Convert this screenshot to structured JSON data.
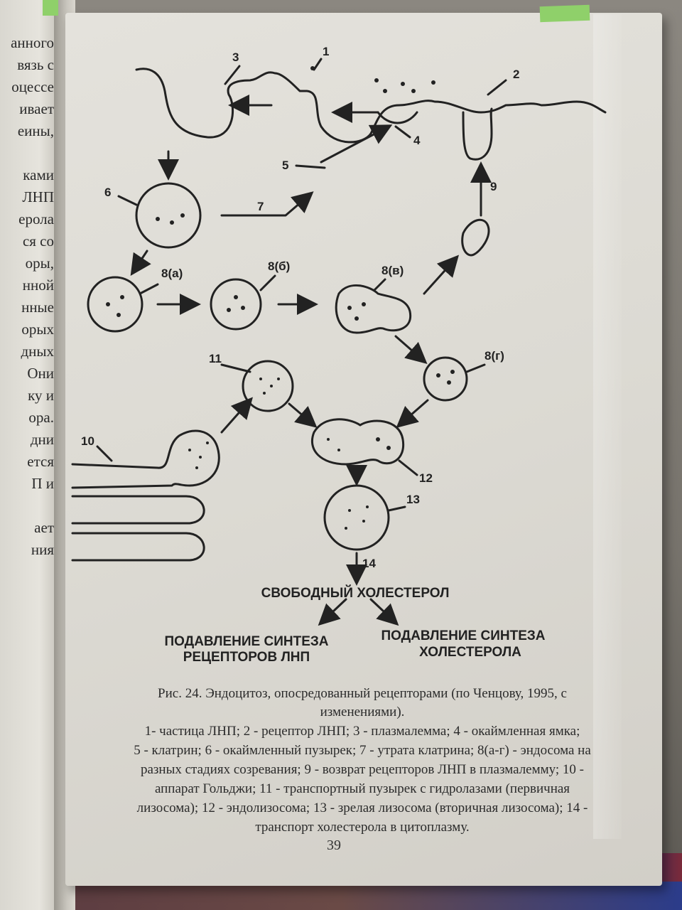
{
  "left_page_lines": [
    "анного",
    "вязь с",
    "оцессе",
    "ивает",
    "еины,",
    "",
    "ками",
    "ЛНП",
    "ерола",
    "ся со",
    "оры,",
    "нной",
    "нные",
    "орых",
    "дных",
    "Они",
    "ку и",
    "ора.",
    "дни",
    "ется",
    "П и",
    "",
    "ает",
    "ния"
  ],
  "figure": {
    "labels": {
      "l1": "1",
      "l2": "2",
      "l3": "3",
      "l4": "4",
      "l5": "5",
      "l6": "6",
      "l7": "7",
      "l8a": "8(а)",
      "l8b": "8(б)",
      "l8v": "8(в)",
      "l8g": "8(г)",
      "l9": "9",
      "l10": "10",
      "l11": "11",
      "l12": "12",
      "l13": "13",
      "l14": "14"
    },
    "free_cholesterol": "СВОБОДНЫЙ ХОЛЕСТЕРОЛ",
    "suppress_left_1": "ПОДАВЛЕНИЕ СИНТЕЗА",
    "suppress_left_2": "РЕЦЕПТОРОВ ЛНП",
    "suppress_right_1": "ПОДАВЛЕНИЕ СИНТЕЗА",
    "suppress_right_2": "ХОЛЕСТЕРОЛА"
  },
  "caption": {
    "title_1": "Рис. 24. Эндоцитоз, опосредованный рецепторами (по Ченцову, 1995, с",
    "title_2": "изменениями).",
    "legend_1": "1- частица ЛНП; 2 - рецептор ЛНП; 3 - плазмалемма; 4 - окаймленная ямка;",
    "legend_2": "5 - клатрин; 6 - окаймленный пузырек; 7 - утрата клатрина; 8(а-г) - эндосома на",
    "legend_3": "разных стадиях созревания; 9 - возврат рецепторов ЛНП в плазмалемму; 10 -",
    "legend_4": "аппарат Гольджи; 11 - транспортный пузырек с гидролазами (первичная",
    "legend_5": "лизосома); 12 - эндолизосома; 13 - зрелая лизосома (вторичная лизосома); 14 -",
    "legend_6": "транспорт холестерола в цитоплазму."
  },
  "page_number": "39"
}
